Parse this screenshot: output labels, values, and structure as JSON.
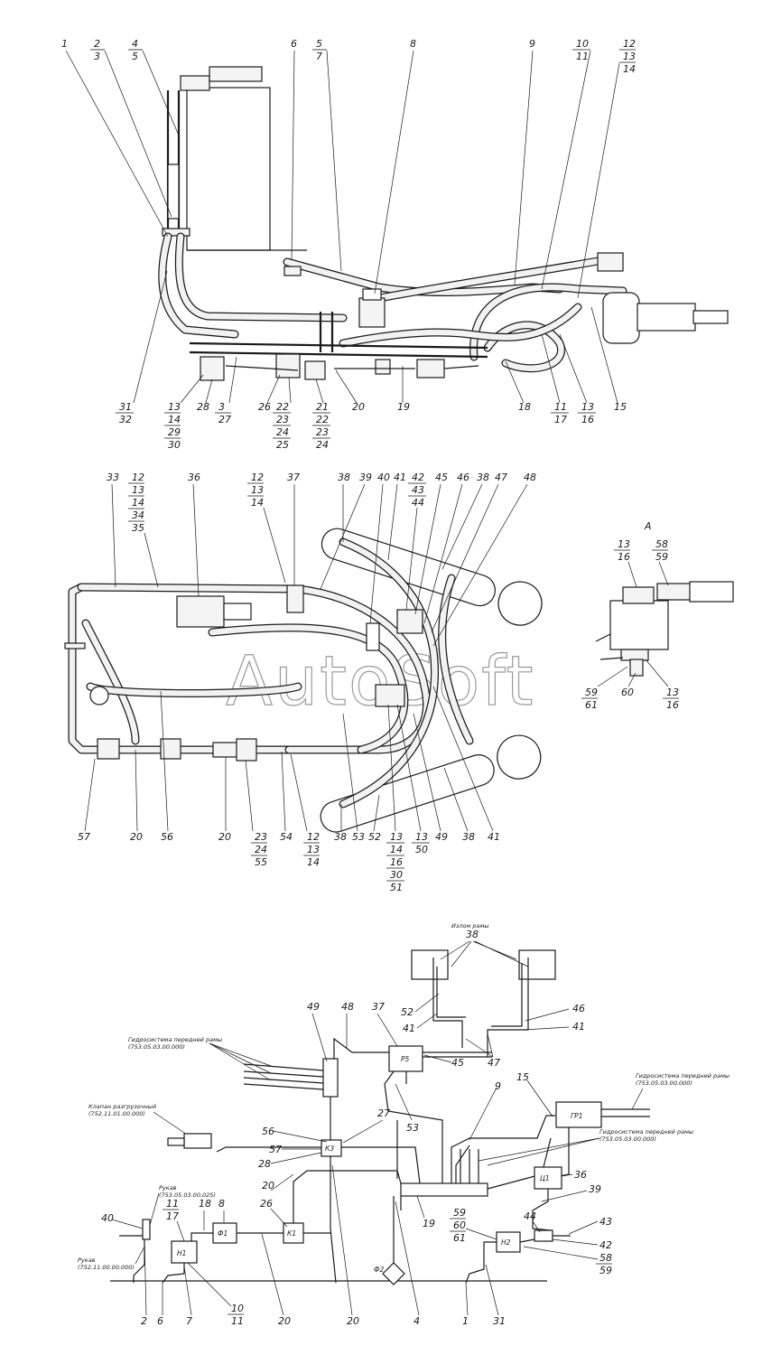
{
  "watermark": "AutoSoft",
  "view_label": "A",
  "top": {
    "callouts": [
      "1",
      "2",
      "3",
      "4",
      "5",
      "6",
      "5",
      "7",
      "8",
      "9",
      "10",
      "11",
      "12",
      "13",
      "14"
    ],
    "bottom_callouts": [
      "31",
      "32",
      "13",
      "14",
      "29",
      "30",
      "28",
      "3",
      "27",
      "26",
      "22",
      "23",
      "24",
      "25",
      "21",
      "22",
      "23",
      "24",
      "20",
      "19",
      "18",
      "11",
      "17",
      "13",
      "16",
      "15"
    ]
  },
  "mid": {
    "callouts_top": [
      "33",
      "12",
      "13",
      "14",
      "34",
      "35",
      "36",
      "12",
      "13",
      "14",
      "37",
      "38",
      "39",
      "40",
      "41",
      "42",
      "43",
      "44",
      "45",
      "46",
      "38",
      "47",
      "48"
    ],
    "callouts_bottom": [
      "57",
      "20",
      "56",
      "20",
      "23",
      "24",
      "55",
      "54",
      "12",
      "13",
      "14",
      "38",
      "53",
      "52",
      "13",
      "14",
      "16",
      "30",
      "51",
      "13",
      "50",
      "49",
      "38",
      "41"
    ],
    "view_a_labels": [
      "13",
      "16",
      "58",
      "59",
      "59",
      "61",
      "60",
      "13",
      "16"
    ]
  },
  "schematic": {
    "top_note": "Излом рамы",
    "top_note_num": "38",
    "left_note_1": "Гидросистема передней рамы",
    "left_note_1b": "(753.05.03.00.000)",
    "right_note_1": "Гидросистема передней рамы",
    "right_note_1b": "(753.05.03.00.000)",
    "right_note_2": "Гидросистема передней рамы",
    "right_note_2b": "(753.05.03.00.000)",
    "valve_note": "Клапан разгрузочный",
    "valve_note_b": "(752.11.01.00.000)",
    "ruk_note_1": "Рукав",
    "ruk_note_1b": "(753.05.03.00.025)",
    "ruk_note_2": "Рукав",
    "ruk_note_2b": "(752.11.00.00.000)",
    "components": {
      "p5": "Р5",
      "k3": "К3",
      "gr1": "ГР1",
      "c1": "Ц1",
      "h1": "Н1",
      "f1": "Ф1",
      "k1": "К1",
      "h2": "Н2",
      "f2": "Ф2"
    },
    "callouts": [
      "49",
      "48",
      "37",
      "52",
      "41",
      "46",
      "41",
      "45",
      "47",
      "9",
      "15",
      "56",
      "57",
      "27",
      "28",
      "53",
      "36",
      "20",
      "26",
      "8",
      "18",
      "11",
      "17",
      "40",
      "19",
      "39",
      "59",
      "60",
      "61",
      "44",
      "43",
      "42",
      "58",
      "59",
      "2",
      "6",
      "7",
      "10",
      "11",
      "20",
      "20",
      "4",
      "1",
      "31"
    ]
  }
}
